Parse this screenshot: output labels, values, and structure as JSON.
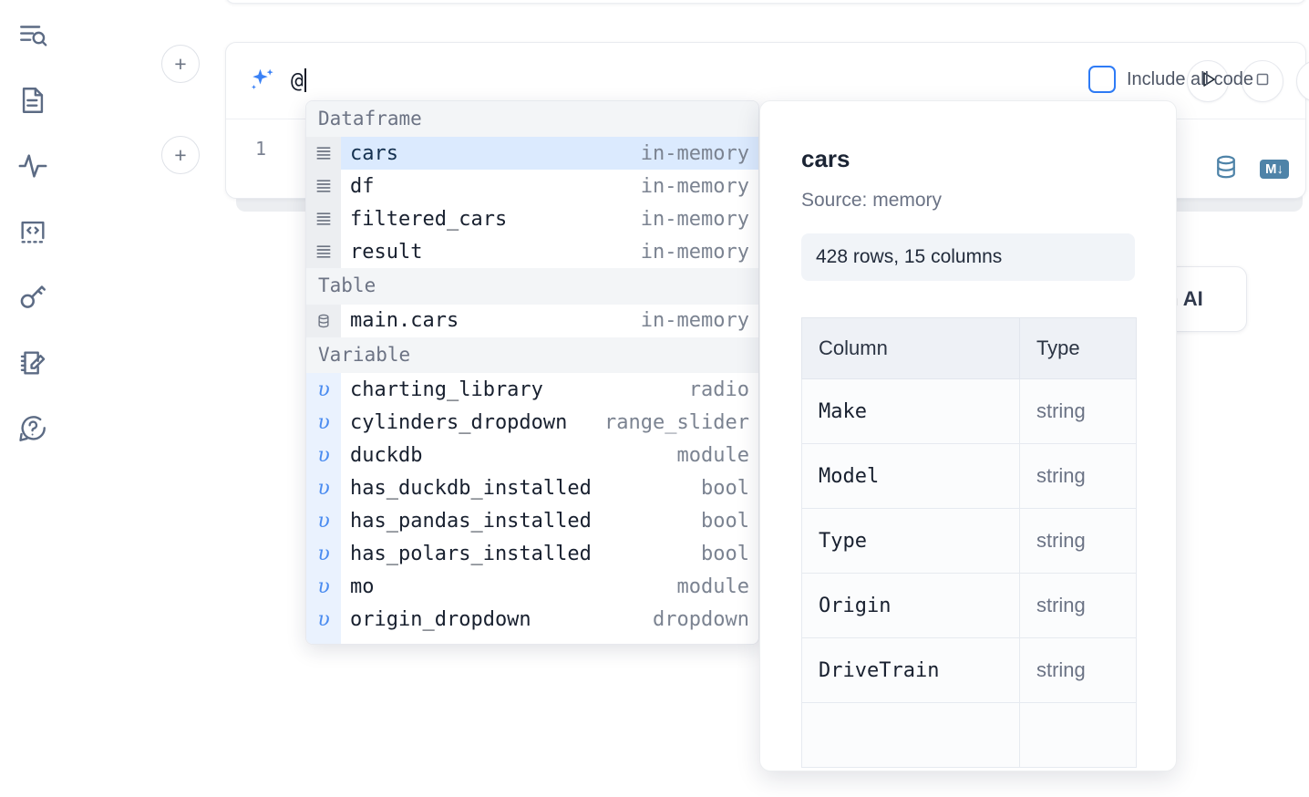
{
  "sidebar": {
    "items": [
      {
        "name": "search-icon",
        "label": "Explore / search"
      },
      {
        "name": "document-icon",
        "label": "Notebook file"
      },
      {
        "name": "activity-icon",
        "label": "Runtime activity"
      },
      {
        "name": "code-snippet-icon",
        "label": "Snippets"
      },
      {
        "name": "key-icon",
        "label": "Secrets"
      },
      {
        "name": "notebook-edit-icon",
        "label": "Scratchpad"
      },
      {
        "name": "help-chat-icon",
        "label": "Help"
      }
    ]
  },
  "editor": {
    "add_button_label": "+",
    "ai_prompt_value": "@",
    "line_number": "1",
    "include_all_code_label": "Include all code",
    "include_all_code_checked": false,
    "run_button_label": "Run",
    "stop_button_label": "Stop",
    "markdown_badge_label": "M",
    "ai_pill_label": "h AI"
  },
  "autocomplete": {
    "groups": [
      {
        "title": "Dataframe",
        "icon": "dataframe-icon",
        "gutter_style": "plain",
        "items": [
          {
            "name": "cars",
            "type": "in-memory",
            "selected": true
          },
          {
            "name": "df",
            "type": "in-memory",
            "selected": false
          },
          {
            "name": "filtered_cars",
            "type": "in-memory",
            "selected": false
          },
          {
            "name": "result",
            "type": "in-memory",
            "selected": false
          }
        ]
      },
      {
        "title": "Table",
        "icon": "database-icon",
        "gutter_style": "plain",
        "items": [
          {
            "name": "main.cars",
            "type": "in-memory",
            "selected": false
          }
        ]
      },
      {
        "title": "Variable",
        "icon": "variable-icon",
        "gutter_style": "var",
        "items": [
          {
            "name": "charting_library",
            "type": "radio",
            "selected": false
          },
          {
            "name": "cylinders_dropdown",
            "type": "range_slider",
            "selected": false
          },
          {
            "name": "duckdb",
            "type": "module",
            "selected": false
          },
          {
            "name": "has_duckdb_installed",
            "type": "bool",
            "selected": false
          },
          {
            "name": "has_pandas_installed",
            "type": "bool",
            "selected": false
          },
          {
            "name": "has_polars_installed",
            "type": "bool",
            "selected": false
          },
          {
            "name": "mo",
            "type": "module",
            "selected": false
          },
          {
            "name": "origin_dropdown",
            "type": "dropdown",
            "selected": false
          }
        ]
      }
    ],
    "variable_glyph": "υ"
  },
  "preview": {
    "title": "cars",
    "source": "Source: memory",
    "shape": "428 rows, 15 columns",
    "table": {
      "headers": [
        "Column",
        "Type"
      ],
      "rows": [
        [
          "Make",
          "string"
        ],
        [
          "Model",
          "string"
        ],
        [
          "Type",
          "string"
        ],
        [
          "Origin",
          "string"
        ],
        [
          "DriveTrain",
          "string"
        ]
      ]
    }
  },
  "colors": {
    "accent_blue": "#3b82f6",
    "selection_blue": "#dbeafe",
    "icon_gray": "#5c6b84",
    "steel_blue": "#4e83a8"
  }
}
